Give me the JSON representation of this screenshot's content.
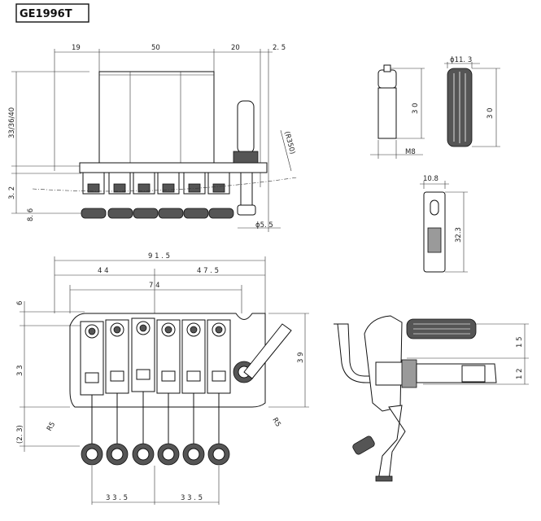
{
  "title": "GE1996T",
  "dimensions": {
    "top_view": {
      "d19": "19",
      "d50": "50",
      "d20": "20",
      "d2_5": "2. 5",
      "height": "33/36/40",
      "d3_2": "3. 2",
      "d8_6": "8. 6",
      "radius": "(R350)",
      "dia5_5": "ϕ5. 5"
    },
    "arm_tip": {
      "dia": "ϕ11. 3",
      "len_a": "3 0",
      "len_b": "3 0",
      "thread": "M8"
    },
    "plate": {
      "width": "10.8",
      "height": "32.3"
    },
    "front_view": {
      "d91_5": "9 1 . 5",
      "d44": "4 4",
      "d47_5": "4 7 . 5",
      "d74": "7 4",
      "d6": "6",
      "d33": "3 3",
      "d39": "3 9",
      "d2_3": "(2. 3)",
      "r5_left": "R5",
      "r5_right": "R5",
      "d33_5_left": "3 3 . 5",
      "d33_5_right": "3 3 . 5"
    },
    "side_view": {
      "d15": "1 5",
      "d12": "1 2"
    }
  }
}
